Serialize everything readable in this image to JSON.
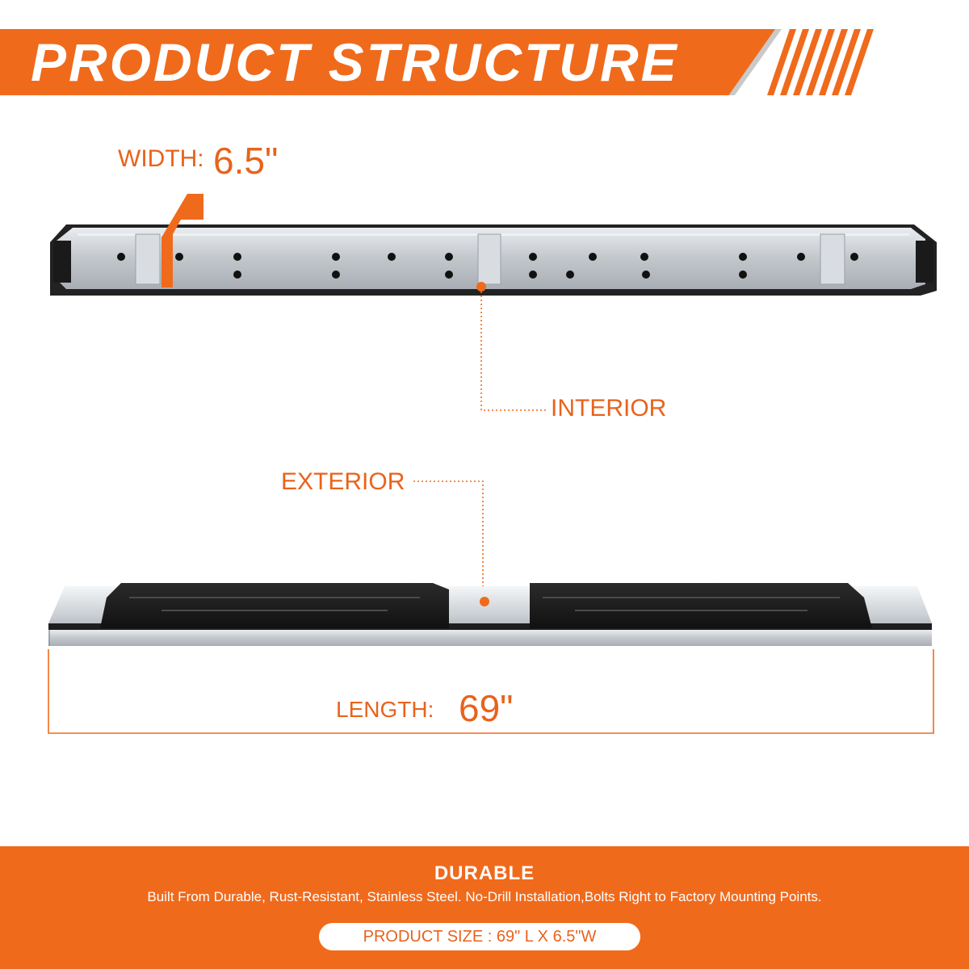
{
  "header": {
    "title": "PRODUCT STRUCTURE"
  },
  "dimensions": {
    "width_label": "WIDTH:",
    "width_value": "6.5\"",
    "length_label": "LENGTH:",
    "length_value": "69\""
  },
  "callouts": {
    "interior": "INTERIOR",
    "exterior": "EXTERIOR"
  },
  "footer": {
    "title": "DURABLE",
    "description": "Built From Durable, Rust-Resistant, Stainless Steel. No-Drill Installation,Bolts Right to Factory Mounting Points.",
    "product_size": "PRODUCT SIZE : 69\" L X 6.5\"W"
  },
  "colors": {
    "accent": "#f06a1c",
    "label": "#e8631c",
    "steel": "#c7cbd0",
    "pad": "#1c1c1c"
  }
}
